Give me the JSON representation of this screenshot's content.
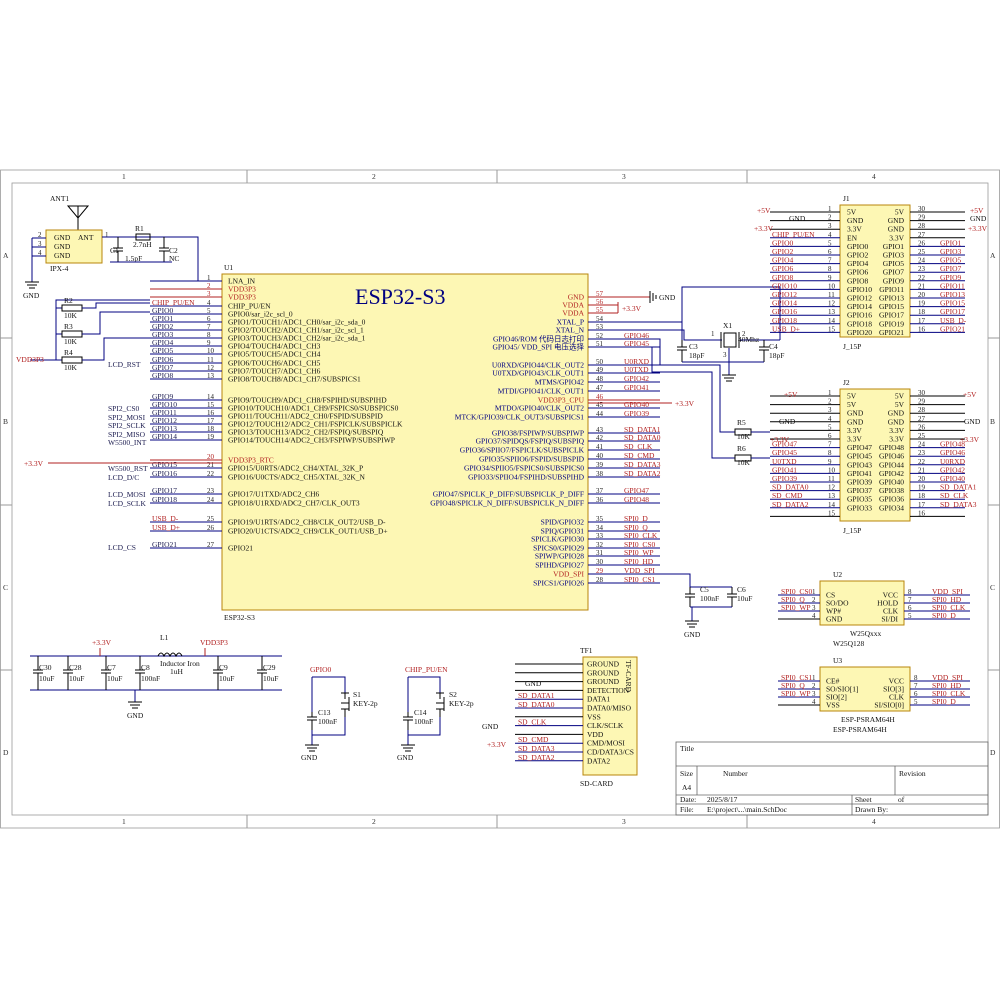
{
  "border": {
    "cols": [
      "1",
      "2",
      "3",
      "4"
    ],
    "rows": [
      "A",
      "B",
      "C",
      "D"
    ]
  },
  "antenna": {
    "ref": "ANT1",
    "pins": [
      "GND",
      "GND",
      "GND",
      "ANT"
    ],
    "pin_numbers": [
      "2",
      "3",
      "4",
      "1"
    ],
    "footprint": "IPX-4"
  },
  "rf": {
    "r1": {
      "ref": "R1",
      "value": "2.7nH"
    },
    "c1": {
      "ref": "C1",
      "value": "1.5pF"
    },
    "c2": {
      "ref": "C2",
      "value": "NC"
    }
  },
  "gnd_label": "GND",
  "vdd_label": "VDD3P3",
  "v33_label": "+3.3V",
  "v5_label": "+5V",
  "u1": {
    "ref": "U1",
    "name": "ESP32-S3",
    "footer": "ESP32-S3",
    "left_pins": [
      {
        "num": "1",
        "name": "LNA_IN",
        "net": ""
      },
      {
        "num": "2",
        "name": "VDD3P3",
        "net": ""
      },
      {
        "num": "3",
        "name": "VDD3P3",
        "net": ""
      },
      {
        "num": "4",
        "name": "CHIP_PU/EN",
        "net": "CHIP_PU/EN"
      },
      {
        "num": "5",
        "name": "GPIO0/sar_i2c_scl_0",
        "net": "GPIO0"
      },
      {
        "num": "6",
        "name": "GPIO1/TOUCH1/ADC1_CH0/sar_i2c_sda_0",
        "net": "GPIO1"
      },
      {
        "num": "7",
        "name": "GPIO2/TOUCH2/ADC1_CH1/sar_i2c_scl_1",
        "net": "GPIO2"
      },
      {
        "num": "8",
        "name": "GPIO3/TOUCH3/ADC1_CH2/sar_i2c_sda_1",
        "net": "GPIO3"
      },
      {
        "num": "9",
        "name": "GPIO4/TOUCH4/ADC1_CH3",
        "net": "GPIO4"
      },
      {
        "num": "10",
        "name": "GPIO5/TOUCH5/ADC1_CH4",
        "net": "GPIO5"
      },
      {
        "num": "11",
        "name": "GPIO6/TOUCH6/ADC1_CH5",
        "net": "GPIO6"
      },
      {
        "num": "12",
        "name": "GPIO7/TOUCH7/ADC1_CH6",
        "net": "GPIO7"
      },
      {
        "num": "13",
        "name": "GPIO8/TOUCH8/ADC1_CH7/SUBSPICS1",
        "net": "GPIO8"
      },
      {
        "num": "14",
        "name": "GPIO9/TOUCH9/ADC1_CH8/FSPIHD/SUBSPIHD",
        "net": "GPIO9"
      },
      {
        "num": "15",
        "name": "GPIO10/TOUCH10/ADC1_CH9/FSPICS0/SUBSPICS0",
        "net": "GPIO10"
      },
      {
        "num": "16",
        "name": "GPIO11/TOUCH11/ADC2_CH0/FSPID/SUBSPID",
        "net": "GPIO11"
      },
      {
        "num": "17",
        "name": "GPIO12/TOUCH12/ADC2_CH1/FSPICLK/SUBSPICLK",
        "net": "GPIO12"
      },
      {
        "num": "18",
        "name": "GPIO13/TOUCH13/ADC2_CH2/FSPIQ/SUBSPIQ",
        "net": "GPIO13"
      },
      {
        "num": "19",
        "name": "GPIO14/TOUCH14/ADC2_CH3/FSPIWP/SUBSPIWP",
        "net": "GPIO14"
      },
      {
        "num": "20",
        "name": "VDD3P3_RTC",
        "net": ""
      },
      {
        "num": "21",
        "name": "GPIO15/U0RTS/ADC2_CH4/XTAL_32K_P",
        "net": "GPIO15"
      },
      {
        "num": "22",
        "name": "GPIO16/U0CTS/ADC2_CH5/XTAL_32K_N",
        "net": "GPIO16"
      },
      {
        "num": "23",
        "name": "GPIO17/U1TXD/ADC2_CH6",
        "net": "GPIO17"
      },
      {
        "num": "24",
        "name": "GPIO18/U1RXD/ADC2_CH7/CLK_OUT3",
        "net": "GPIO18"
      },
      {
        "num": "25",
        "name": "GPIO19/U1RTS/ADC2_CH8/CLK_OUT2/USB_D-",
        "net": "USB_D-"
      },
      {
        "num": "26",
        "name": "GPIO20/U1CTS/ADC2_CH9/CLK_OUT1/USB_D+",
        "net": "USB_D+"
      },
      {
        "num": "27",
        "name": "GPIO21",
        "net": "GPIO21"
      }
    ],
    "right_pins": [
      {
        "num": "57",
        "name": "GND",
        "net": ""
      },
      {
        "num": "56",
        "name": "VDDA",
        "net": ""
      },
      {
        "num": "55",
        "name": "VDDA",
        "net": ""
      },
      {
        "num": "54",
        "name": "XTAL_P",
        "net": ""
      },
      {
        "num": "53",
        "name": "XTAL_N",
        "net": ""
      },
      {
        "num": "52",
        "name": "GPIO46/ROM 代码日志打印",
        "net": "GPIO46"
      },
      {
        "num": "51",
        "name": "GPIO45/ VDD_SPI 电压选择",
        "net": "GPIO45"
      },
      {
        "num": "50",
        "name": "U0RXD/GPIO44/CLK_OUT2",
        "net": "U0RXD"
      },
      {
        "num": "49",
        "name": "U0TXD/GPIO43/CLK_OUT1",
        "net": "U0TXD"
      },
      {
        "num": "48",
        "name": "MTMS/GPIO42",
        "net": "GPIO42"
      },
      {
        "num": "47",
        "name": "MTDI/GPIO41/CLK_OUT1",
        "net": "GPIO41"
      },
      {
        "num": "46",
        "name": "VDD3P3_CPU",
        "net": ""
      },
      {
        "num": "45",
        "name": "MTDO/GPIO40/CLK_OUT2",
        "net": "GPIO40"
      },
      {
        "num": "44",
        "name": "MTCK/GPIO39/CLK_OUT3/SUBSPICS1",
        "net": "GPIO39"
      },
      {
        "num": "43",
        "name": "GPIO38/FSPIWP/SUBSPIWP",
        "net": "SD_DATA1"
      },
      {
        "num": "42",
        "name": "GPIO37/SPIDQS/FSPIQ/SUBSPIQ",
        "net": "SD_DATA0"
      },
      {
        "num": "41",
        "name": "GPIO36/SPIIO7/FSPICLK/SUBSPICLK",
        "net": "SD_CLK"
      },
      {
        "num": "40",
        "name": "GPIO35/SPIIO6/FSPID/SUBSPID",
        "net": "SD_CMD"
      },
      {
        "num": "39",
        "name": "GPIO34/SPIIO5/FSPICS0/SUBSPICS0",
        "net": "SD_DATA3"
      },
      {
        "num": "38",
        "name": "GPIO33/SPIIO4/FSPIHD/SUBSPIHD",
        "net": "SD_DATA2"
      },
      {
        "num": "37",
        "name": "GPIO47/SPICLK_P_DIFF/SUBSPICLK_P_DIFF",
        "net": "GPIO47"
      },
      {
        "num": "36",
        "name": "GPIO48/SPICLK_N_DIFF/SUBSPICLK_N_DIFF",
        "net": "GPIO48"
      },
      {
        "num": "35",
        "name": "SPID/GPIO32",
        "net": "SPI0_D"
      },
      {
        "num": "34",
        "name": "SPIQ/GPIO31",
        "net": "SPI0_Q"
      },
      {
        "num": "33",
        "name": "SPICLK/GPIO30",
        "net": "SPI0_CLK"
      },
      {
        "num": "32",
        "name": "SPICS0/GPIO29",
        "net": "SPI0_CS0"
      },
      {
        "num": "31",
        "name": "SPIWP/GPIO28",
        "net": "SPI0_WP"
      },
      {
        "num": "30",
        "name": "SPIHD/GPIO27",
        "net": "SPI0_HD"
      },
      {
        "num": "29",
        "name": "VDD_SPI",
        "net": "VDD_SPI"
      },
      {
        "num": "28",
        "name": "SPICS1/GPIO26",
        "net": "SPI0_CS1"
      }
    ]
  },
  "func_labels": {
    "lcd_rst": "LCD_RST",
    "spi2_cs0": "SPI2_CS0",
    "spi2_mosi": "SPI2_MOSI",
    "spi2_sclk": "SPI2_SCLK",
    "spi2_miso": "SPI2_MISO",
    "w5500_int": "W5500_INT",
    "w5500_rst": "W5500_RST",
    "lcd_dc": "LCD_D/C",
    "lcd_mosi": "LCD_MOSI",
    "lcd_sclk": "LCD_SCLK",
    "lcd_cs": "LCD_CS"
  },
  "pullups": [
    {
      "ref": "R2",
      "value": "10K"
    },
    {
      "ref": "R3",
      "value": "10K"
    },
    {
      "ref": "R4",
      "value": "10K"
    }
  ],
  "crystal": {
    "x1": {
      "ref": "X1",
      "value": "40Mhz"
    },
    "c3": {
      "ref": "C3",
      "value": "18pF"
    },
    "c4": {
      "ref": "C4",
      "value": "18pF"
    },
    "r5": {
      "ref": "R5",
      "value": "10K"
    },
    "r6": {
      "ref": "R6",
      "value": "10K"
    }
  },
  "vddspi_caps": {
    "c5": {
      "ref": "C5",
      "value": "100nF"
    },
    "c6": {
      "ref": "C6",
      "value": "10uF"
    }
  },
  "j1": {
    "ref": "J1",
    "footer": "J_15P",
    "rows": [
      {
        "l": "5V",
        "r": "5V",
        "ln": "1",
        "rn": "30",
        "lnet": "",
        "rnet": ""
      },
      {
        "l": "GND",
        "r": "GND",
        "ln": "2",
        "rn": "29",
        "lnet": "",
        "rnet": ""
      },
      {
        "l": "3.3V",
        "r": "GND",
        "ln": "3",
        "rn": "28",
        "lnet": "",
        "rnet": ""
      },
      {
        "l": "EN",
        "r": "3.3V",
        "ln": "4",
        "rn": "27",
        "lnet": "CHIP_PU/EN",
        "rnet": ""
      },
      {
        "l": "GPIO0",
        "r": "GPIO1",
        "ln": "5",
        "rn": "26",
        "lnet": "GPIO0",
        "rnet": "GPIO1"
      },
      {
        "l": "GPIO2",
        "r": "GPIO3",
        "ln": "6",
        "rn": "25",
        "lnet": "GPIO2",
        "rnet": "GPIO3"
      },
      {
        "l": "GPIO4",
        "r": "GPIO5",
        "ln": "7",
        "rn": "24",
        "lnet": "GPIO4",
        "rnet": "GPIO5"
      },
      {
        "l": "GPIO6",
        "r": "GPIO7",
        "ln": "8",
        "rn": "23",
        "lnet": "GPIO6",
        "rnet": "GPIO7"
      },
      {
        "l": "GPIO8",
        "r": "GPIO9",
        "ln": "9",
        "rn": "22",
        "lnet": "GPIO8",
        "rnet": "GPIO9"
      },
      {
        "l": "GPIO10",
        "r": "GPIO11",
        "ln": "10",
        "rn": "21",
        "lnet": "GPIO10",
        "rnet": "GPIO11"
      },
      {
        "l": "GPIO12",
        "r": "GPIO13",
        "ln": "11",
        "rn": "20",
        "lnet": "GPIO12",
        "rnet": "GPIO13"
      },
      {
        "l": "GPIO14",
        "r": "GPIO15",
        "ln": "12",
        "rn": "19",
        "lnet": "GPIO14",
        "rnet": "GPIO15"
      },
      {
        "l": "GPIO16",
        "r": "GPIO17",
        "ln": "13",
        "rn": "18",
        "lnet": "GPIO16",
        "rnet": "GPIO17"
      },
      {
        "l": "GPIO18",
        "r": "GPIO19",
        "ln": "14",
        "rn": "17",
        "lnet": "GPIO18",
        "rnet": "USB_D-"
      },
      {
        "l": "GPIO20",
        "r": "GPIO21",
        "ln": "15",
        "rn": "16",
        "lnet": "USB_D+",
        "rnet": "GPIO21"
      }
    ]
  },
  "j2": {
    "ref": "J2",
    "footer": "J_15P",
    "rows": [
      {
        "l": "5V",
        "r": "5V",
        "ln": "1",
        "rn": "30",
        "lnet": "",
        "rnet": ""
      },
      {
        "l": "5V",
        "r": "5V",
        "ln": "2",
        "rn": "29",
        "lnet": "",
        "rnet": ""
      },
      {
        "l": "GND",
        "r": "GND",
        "ln": "3",
        "rn": "28",
        "lnet": "",
        "rnet": ""
      },
      {
        "l": "GND",
        "r": "GND",
        "ln": "4",
        "rn": "27",
        "lnet": "",
        "rnet": ""
      },
      {
        "l": "3.3V",
        "r": "3.3V",
        "ln": "5",
        "rn": "26",
        "lnet": "",
        "rnet": ""
      },
      {
        "l": "3.3V",
        "r": "3.3V",
        "ln": "6",
        "rn": "25",
        "lnet": "",
        "rnet": ""
      },
      {
        "l": "GPIO47",
        "r": "GPIO48",
        "ln": "7",
        "rn": "24",
        "lnet": "GPIO47",
        "rnet": "GPIO48"
      },
      {
        "l": "GPIO45",
        "r": "GPIO46",
        "ln": "8",
        "rn": "23",
        "lnet": "GPIO45",
        "rnet": "GPIO46"
      },
      {
        "l": "GPIO43",
        "r": "GPIO44",
        "ln": "9",
        "rn": "22",
        "lnet": "U0TXD",
        "rnet": "U0RXD"
      },
      {
        "l": "GPIO41",
        "r": "GPIO42",
        "ln": "10",
        "rn": "21",
        "lnet": "GPIO41",
        "rnet": "GPIO42"
      },
      {
        "l": "GPIO39",
        "r": "GPIO40",
        "ln": "11",
        "rn": "20",
        "lnet": "GPIO39",
        "rnet": "GPIO40"
      },
      {
        "l": "GPIO37",
        "r": "GPIO38",
        "ln": "12",
        "rn": "19",
        "lnet": "SD_DATA0",
        "rnet": "SD_DATA1"
      },
      {
        "l": "GPIO35",
        "r": "GPIO36",
        "ln": "13",
        "rn": "18",
        "lnet": "SD_CMD",
        "rnet": "SD_CLK"
      },
      {
        "l": "GPIO33",
        "r": "GPIO34",
        "ln": "14",
        "rn": "17",
        "lnet": "SD_DATA2",
        "rnet": "SD_DATA3"
      },
      {
        "l": "",
        "r": "",
        "ln": "15",
        "rn": "16",
        "lnet": "",
        "rnet": ""
      }
    ]
  },
  "u2": {
    "ref": "U2",
    "name": "W25Qxxx",
    "footer": "W25Q128",
    "left": [
      {
        "n": "1",
        "p": "CS",
        "net": "SPI0_CS0"
      },
      {
        "n": "2",
        "p": "SO/DO",
        "net": "SPI0_Q"
      },
      {
        "n": "3",
        "p": "WP#",
        "net": "SPI0_WP"
      },
      {
        "n": "4",
        "p": "GND",
        "net": ""
      }
    ],
    "right": [
      {
        "n": "8",
        "p": "VCC",
        "net": "VDD_SPI"
      },
      {
        "n": "7",
        "p": "HOLD",
        "net": "SPI0_HD"
      },
      {
        "n": "6",
        "p": "CLK",
        "net": "SPI0_CLK"
      },
      {
        "n": "5",
        "p": "SI/DI",
        "net": "SPI0_D"
      }
    ]
  },
  "u3": {
    "ref": "U3",
    "name": "ESP-PSRAM64H",
    "footer": "ESP-PSRAM64H",
    "left": [
      {
        "n": "1",
        "p": "CE#",
        "net": "SPI0_CS1"
      },
      {
        "n": "2",
        "p": "SO/SIO[1]",
        "net": "SPI0_Q"
      },
      {
        "n": "3",
        "p": "SIO[2]",
        "net": "SPI0_WP"
      },
      {
        "n": "4",
        "p": "VSS",
        "net": ""
      }
    ],
    "right": [
      {
        "n": "8",
        "p": "VCC",
        "net": "VDD_SPI"
      },
      {
        "n": "7",
        "p": "SIO[3]",
        "net": "SPI0_HD"
      },
      {
        "n": "6",
        "p": "CLK",
        "net": "SPI0_CLK"
      },
      {
        "n": "5",
        "p": "SI/SIO[0]",
        "net": "SPI0_D"
      }
    ]
  },
  "tf1": {
    "ref": "TF1",
    "name": "TF-CARD",
    "footer": "SD-CARD",
    "pins": [
      "GROUND",
      "GROUND",
      "GROUND",
      "DETECTION",
      "DATA1",
      "DATA0/MISO",
      "VSS",
      "CLK/SCLK",
      "VDD",
      "CMD/MOSI",
      "CD/DATA3/CS",
      "DATA2"
    ],
    "nets": [
      "",
      "",
      "",
      "",
      "SD_DATA1",
      "SD_DATA0",
      "",
      "SD_CLK",
      "",
      "SD_CMD",
      "SD_DATA3",
      "SD_DATA2"
    ]
  },
  "power": {
    "caps": [
      {
        "ref": "C30",
        "value": "10uF"
      },
      {
        "ref": "C28",
        "value": "10uF"
      },
      {
        "ref": "C7",
        "value": "10uF"
      },
      {
        "ref": "C8",
        "value": "100nF"
      },
      {
        "ref": "C9",
        "value": "10uF"
      },
      {
        "ref": "C29",
        "value": "10uF"
      }
    ],
    "l1": {
      "ref": "L1",
      "type": "Inductor Iron",
      "value": "1uH"
    }
  },
  "buttons": {
    "s1": {
      "ref": "S1",
      "value": "KEY-2p",
      "net": "GPIO0",
      "cap": "C13",
      "cap_value": "100nF"
    },
    "s2": {
      "ref": "S2",
      "value": "KEY-2p",
      "net": "CHIP_PU/EN",
      "cap": "C14",
      "cap_value": "100nF"
    }
  },
  "title_block": {
    "title": "Title",
    "size_label": "Size",
    "size": "A4",
    "number_label": "Number",
    "revision_label": "Revision",
    "date_label": "Date:",
    "date": "2025/8/17",
    "file_label": "File:",
    "file": "E:\\project\\...\\main.SchDoc",
    "sheet_label": "Sheet",
    "of_label": "of",
    "drawn_label": "Drawn By:"
  }
}
